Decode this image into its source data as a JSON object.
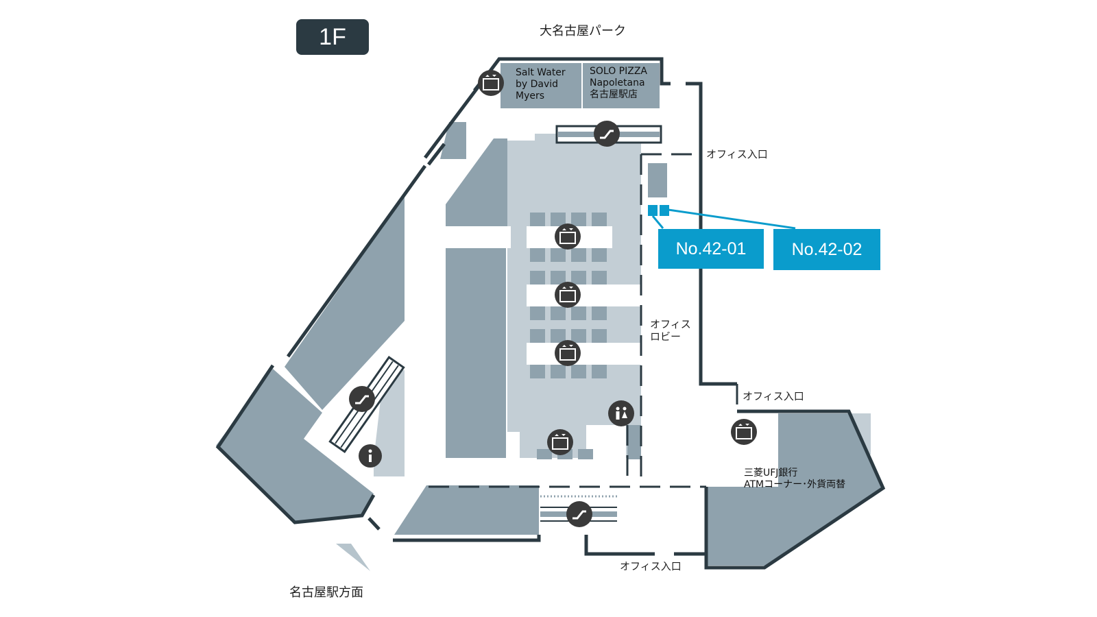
{
  "floor": {
    "label": "1F"
  },
  "directions": {
    "north": "大名古屋パーク",
    "south": "名古屋駅方面"
  },
  "shops": {
    "salt_water": "Salt Water\nby David\nMyers",
    "solo_pizza": "SOLO PIZZA\nNapoletana\n名古屋駅店",
    "mufg": "三菱UFJ銀行\nATMコーナー･外貨両替"
  },
  "areas": {
    "office_entrance_1": "オフィス入口",
    "office_entrance_2": "オフィス入口",
    "office_entrance_3": "オフィス入口",
    "office_lobby": "オフィス\nロビー"
  },
  "spaces": {
    "space_1": "No.42-01",
    "space_2": "No.42-02"
  },
  "colors": {
    "dark_block": "#8fa2ad",
    "light_block": "#c3ced5",
    "wall": "#2b3a42",
    "accent": "#0a9ccc",
    "icon_bg": "#3a3a3a"
  },
  "icons": {
    "elevator": "elevator-icon",
    "escalator": "escalator-icon",
    "restroom": "restroom-icon",
    "info": "info-icon"
  }
}
